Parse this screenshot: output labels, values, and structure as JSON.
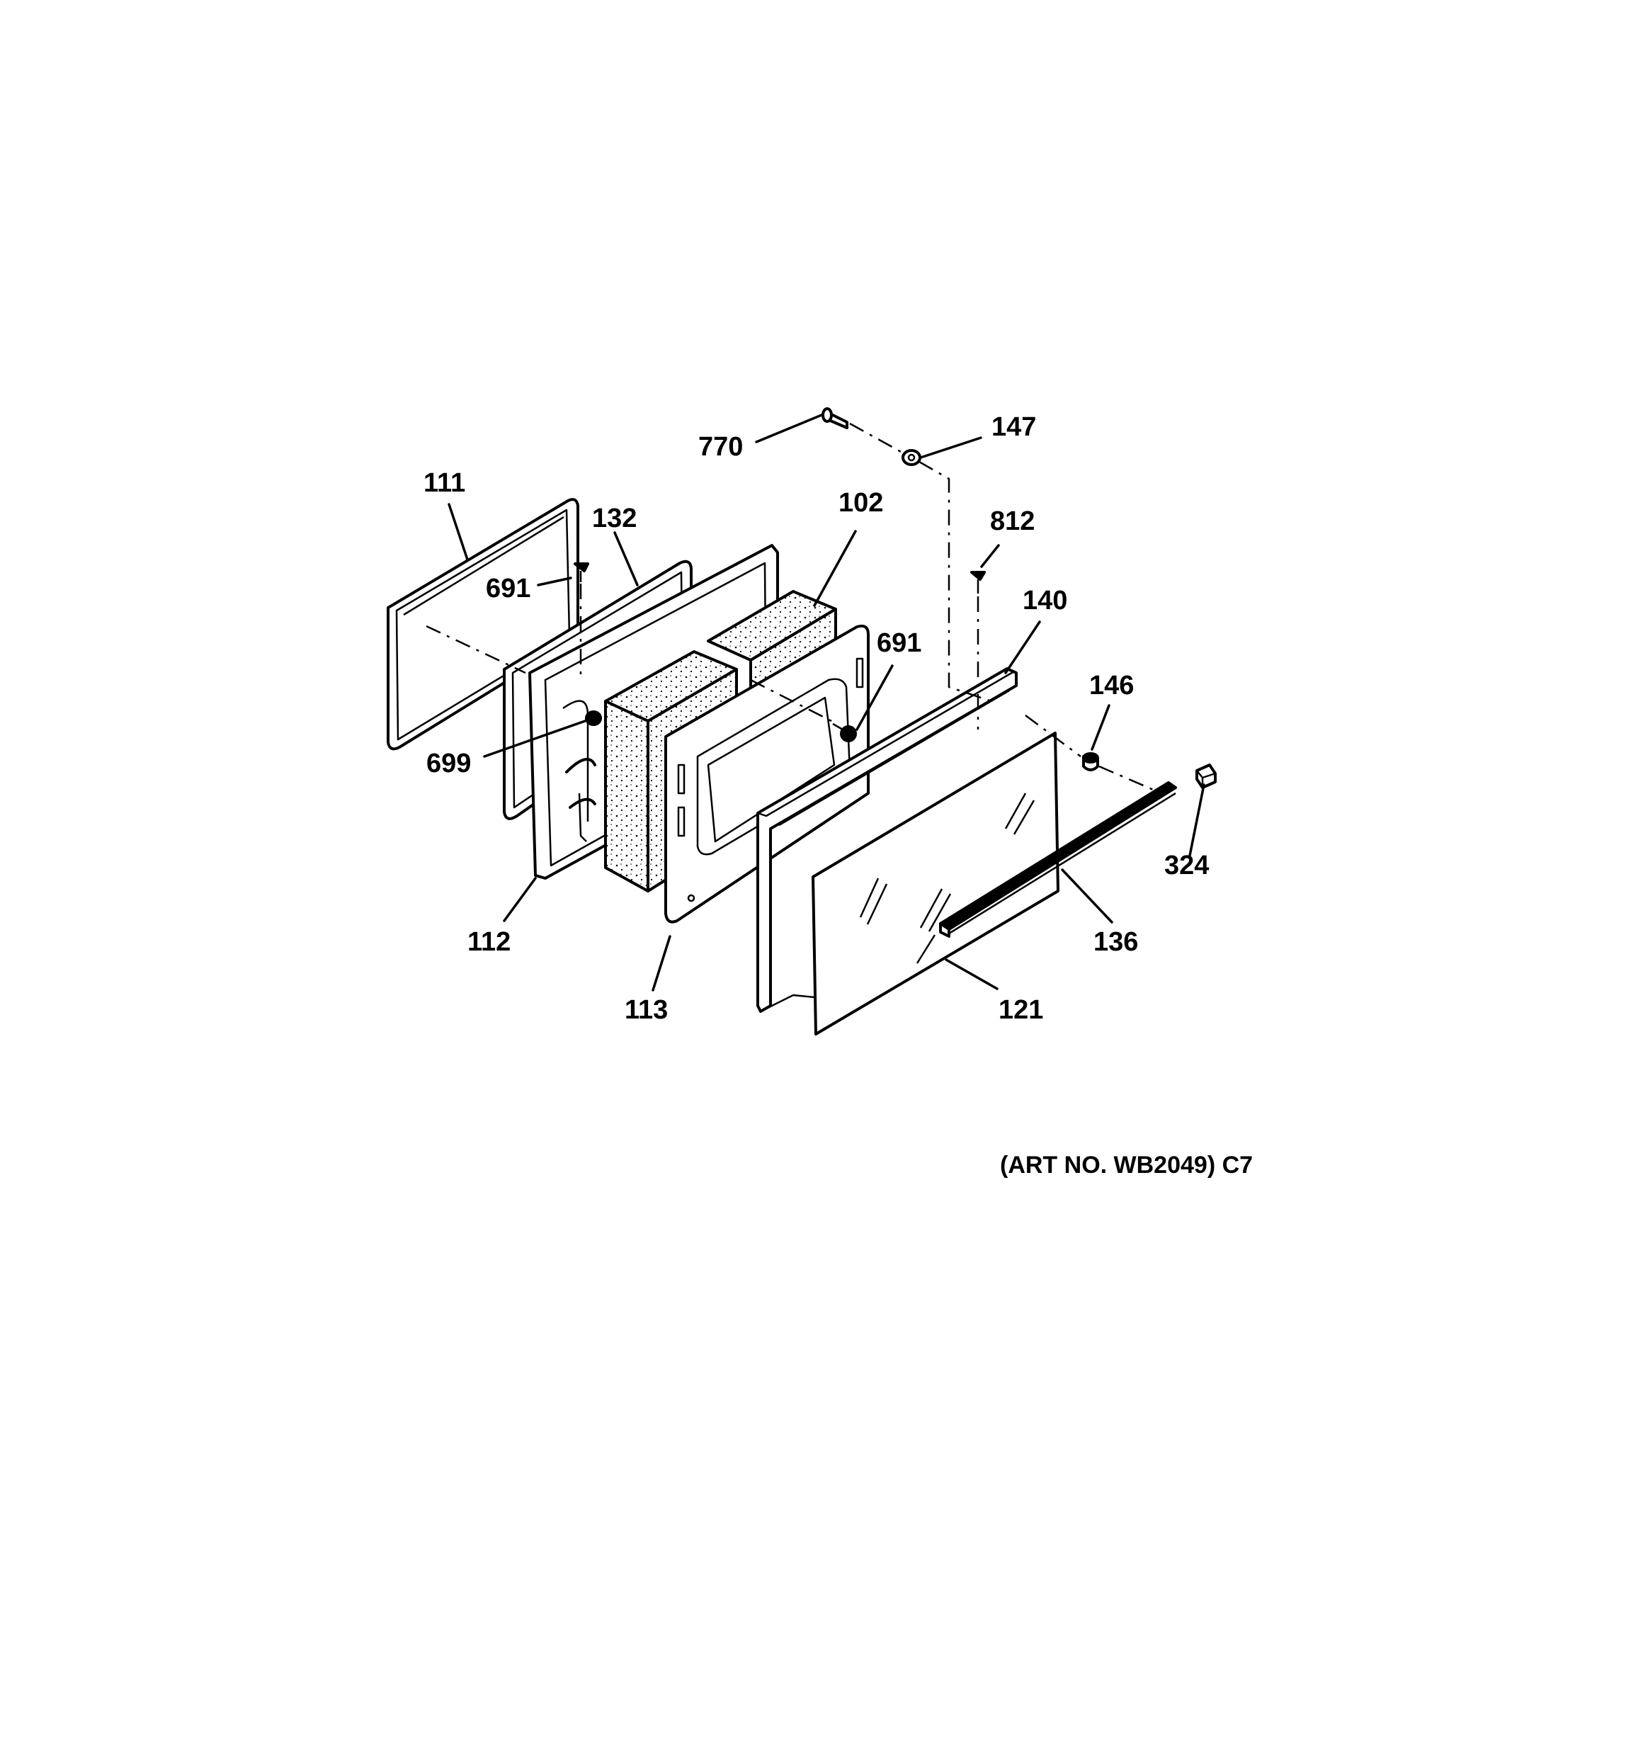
{
  "labels": {
    "p770": "770",
    "p147": "147",
    "p111": "111",
    "p132": "132",
    "p102": "102",
    "p812": "812",
    "p691a": "691",
    "p140": "140",
    "p691b": "691",
    "p146": "146",
    "p699": "699",
    "p324": "324",
    "p112": "112",
    "p136": "136",
    "p113": "113",
    "p121": "121"
  },
  "art_number": "(ART NO. WB2049) C7"
}
